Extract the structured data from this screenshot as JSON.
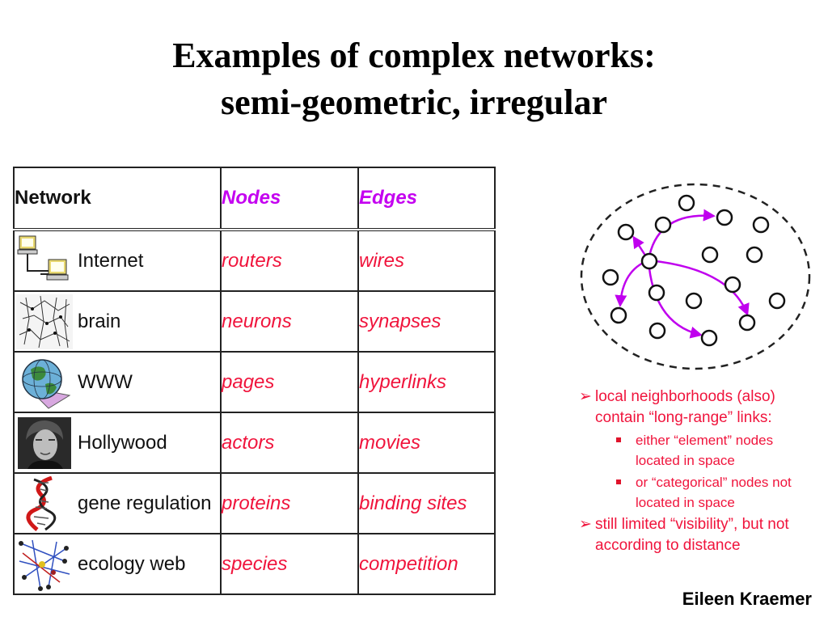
{
  "slide": {
    "title_line1": "Examples of complex networks:",
    "title_line2": "semi-geometric, irregular",
    "author": "Eileen  Kraemer"
  },
  "table": {
    "headers": {
      "network": "Network",
      "nodes": "Nodes",
      "edges": "Edges"
    },
    "rows": [
      {
        "network": "Internet",
        "nodes": "routers",
        "edges": "wires",
        "icon": "computer-network-icon"
      },
      {
        "network": "brain",
        "nodes": "neurons",
        "edges": "synapses",
        "icon": "neuron-tissue-icon"
      },
      {
        "network": "WWW",
        "nodes": "pages",
        "edges": "hyperlinks",
        "icon": "globe-icon"
      },
      {
        "network": "Hollywood",
        "nodes": "actors",
        "edges": "movies",
        "icon": "actor-portrait-icon"
      },
      {
        "network": "gene regulation",
        "nodes": "proteins",
        "edges": "binding sites",
        "icon": "dna-helix-icon"
      },
      {
        "network": "ecology web",
        "nodes": "species",
        "edges": "competition",
        "icon": "food-web-icon"
      }
    ]
  },
  "notes": {
    "point1": "local neighborhoods (also) contain “long-range” links:",
    "sub1": "either “element” nodes located in space",
    "sub2": "or “categorical” nodes not located in space",
    "point2": "still limited “visibility”, but not according to distance"
  },
  "colors": {
    "header_accent": "#c400f0",
    "cell_text": "#f0143c",
    "arrow": "#c000ee"
  }
}
